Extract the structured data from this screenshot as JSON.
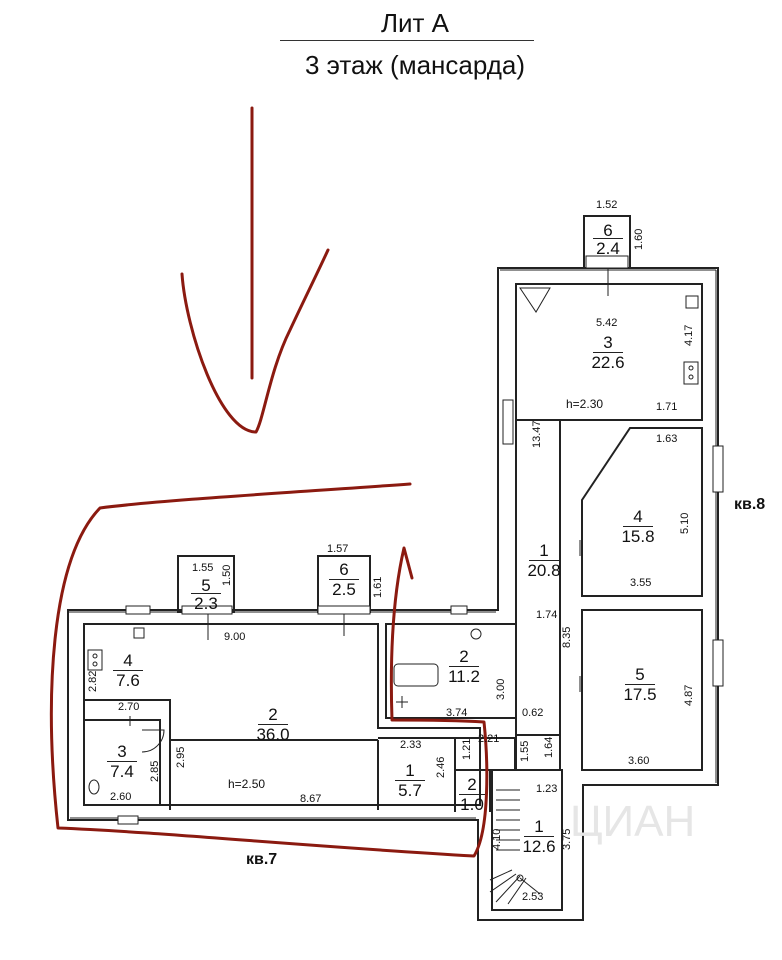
{
  "header": {
    "title": "Лит А",
    "subtitle": "3 этаж (мансарда)"
  },
  "apartments": {
    "left": "кв.7",
    "right": "кв.8"
  },
  "rooms": [
    {
      "id": "r-k7-2",
      "number": "2",
      "area": "36.0"
    },
    {
      "id": "r-k7-4",
      "number": "4",
      "area": "7.6"
    },
    {
      "id": "r-k7-3",
      "number": "3",
      "area": "7.4"
    },
    {
      "id": "r-k7-1",
      "number": "1",
      "area": "5.7"
    },
    {
      "id": "r-k7-5",
      "number": "5",
      "area": "2.3"
    },
    {
      "id": "r-k7-6",
      "number": "6",
      "area": "2.5"
    },
    {
      "id": "r-k8-2",
      "number": "2",
      "area": "11.2"
    },
    {
      "id": "r-k8-3",
      "number": "3",
      "area": "22.6"
    },
    {
      "id": "r-k8-4",
      "number": "4",
      "area": "15.8"
    },
    {
      "id": "r-k8-1",
      "number": "1",
      "area": "20.8"
    },
    {
      "id": "r-k8-5",
      "number": "5",
      "area": "17.5"
    },
    {
      "id": "r-k8-6",
      "number": "6",
      "area": "2.4"
    },
    {
      "id": "r-st-2",
      "number": "2",
      "area": "1.0"
    },
    {
      "id": "r-st-1",
      "number": "1",
      "area": "12.6"
    }
  ],
  "heights": [
    "h=2.50",
    "h=2.30"
  ],
  "dimensions": {
    "d900": "9.00",
    "d155": "1.55",
    "d150": "1.50",
    "d157": "1.57",
    "d161": "1.61",
    "d282": "2.82",
    "d270": "2.70",
    "d295": "2.95",
    "d285": "2.85",
    "d260": "2.60",
    "d867": "8.67",
    "d233": "2.33",
    "d246": "2.46",
    "d121": "1.21",
    "d221": "2.21",
    "d155b": "1.55",
    "d164": "1.64",
    "d123": "1.23",
    "d410": "4.10",
    "d375": "3.75",
    "d253": "2.53",
    "d300": "3.00",
    "d374": "3.74",
    "d062": "0.62",
    "d174": "1.74",
    "d835": "8.35",
    "d1347": "13.47",
    "d542": "5.42",
    "d417": "4.17",
    "d171": "1.71",
    "d163": "1.63",
    "d510": "5.10",
    "d355": "3.55",
    "d487": "4.87",
    "d360": "3.60",
    "d152": "1.52",
    "d160": "1.60"
  },
  "watermark": "ЦИАН",
  "colors": {
    "wall": "#222222",
    "wall_fill": "#f4f4f4",
    "marker": "#8b1a10",
    "background": "#ffffff"
  }
}
